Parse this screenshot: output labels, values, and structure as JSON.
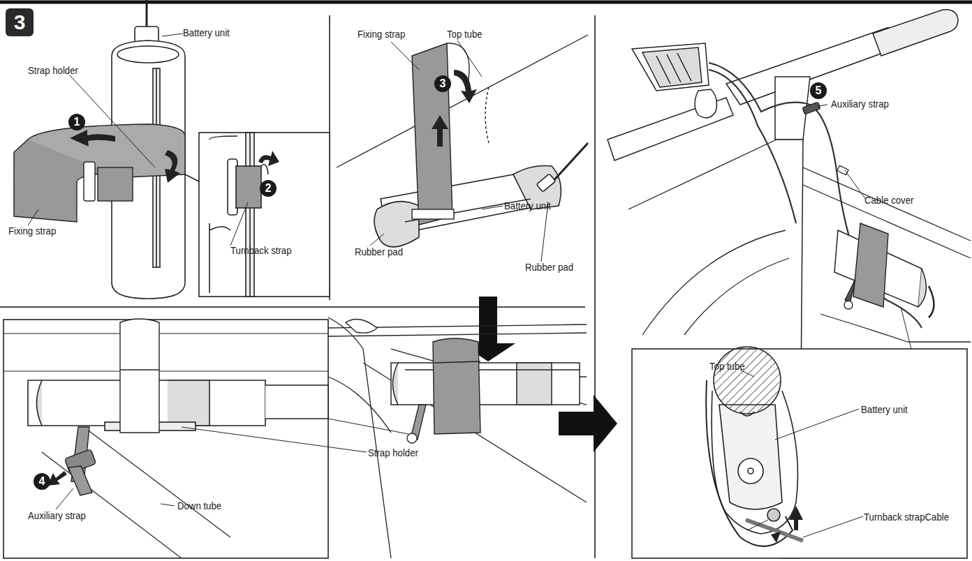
{
  "diagram": {
    "nodes": [
      {
        "text": [
          "3"
        ]
      },
      {
        "text": [
          "1"
        ]
      },
      {
        "text": [
          "2"
        ]
      },
      {
        "text": [
          "3"
        ]
      },
      {
        "text": [
          "4"
        ]
      },
      {
        "text": [
          "5"
        ]
      }
    ],
    "labels": [
      "Battery unit",
      "Strap holder",
      "Fixing strap",
      "Turnback strap",
      "Fixing strap",
      "Top tube",
      "Battery unit",
      "Rubber pad",
      "Rubber pad",
      "Strap holder",
      "Auxiliary strap",
      "Down tube",
      "Auxiliary strap",
      "Cable cover",
      "Top tube",
      "Battery unit",
      "Turnback strapCable"
    ]
  }
}
